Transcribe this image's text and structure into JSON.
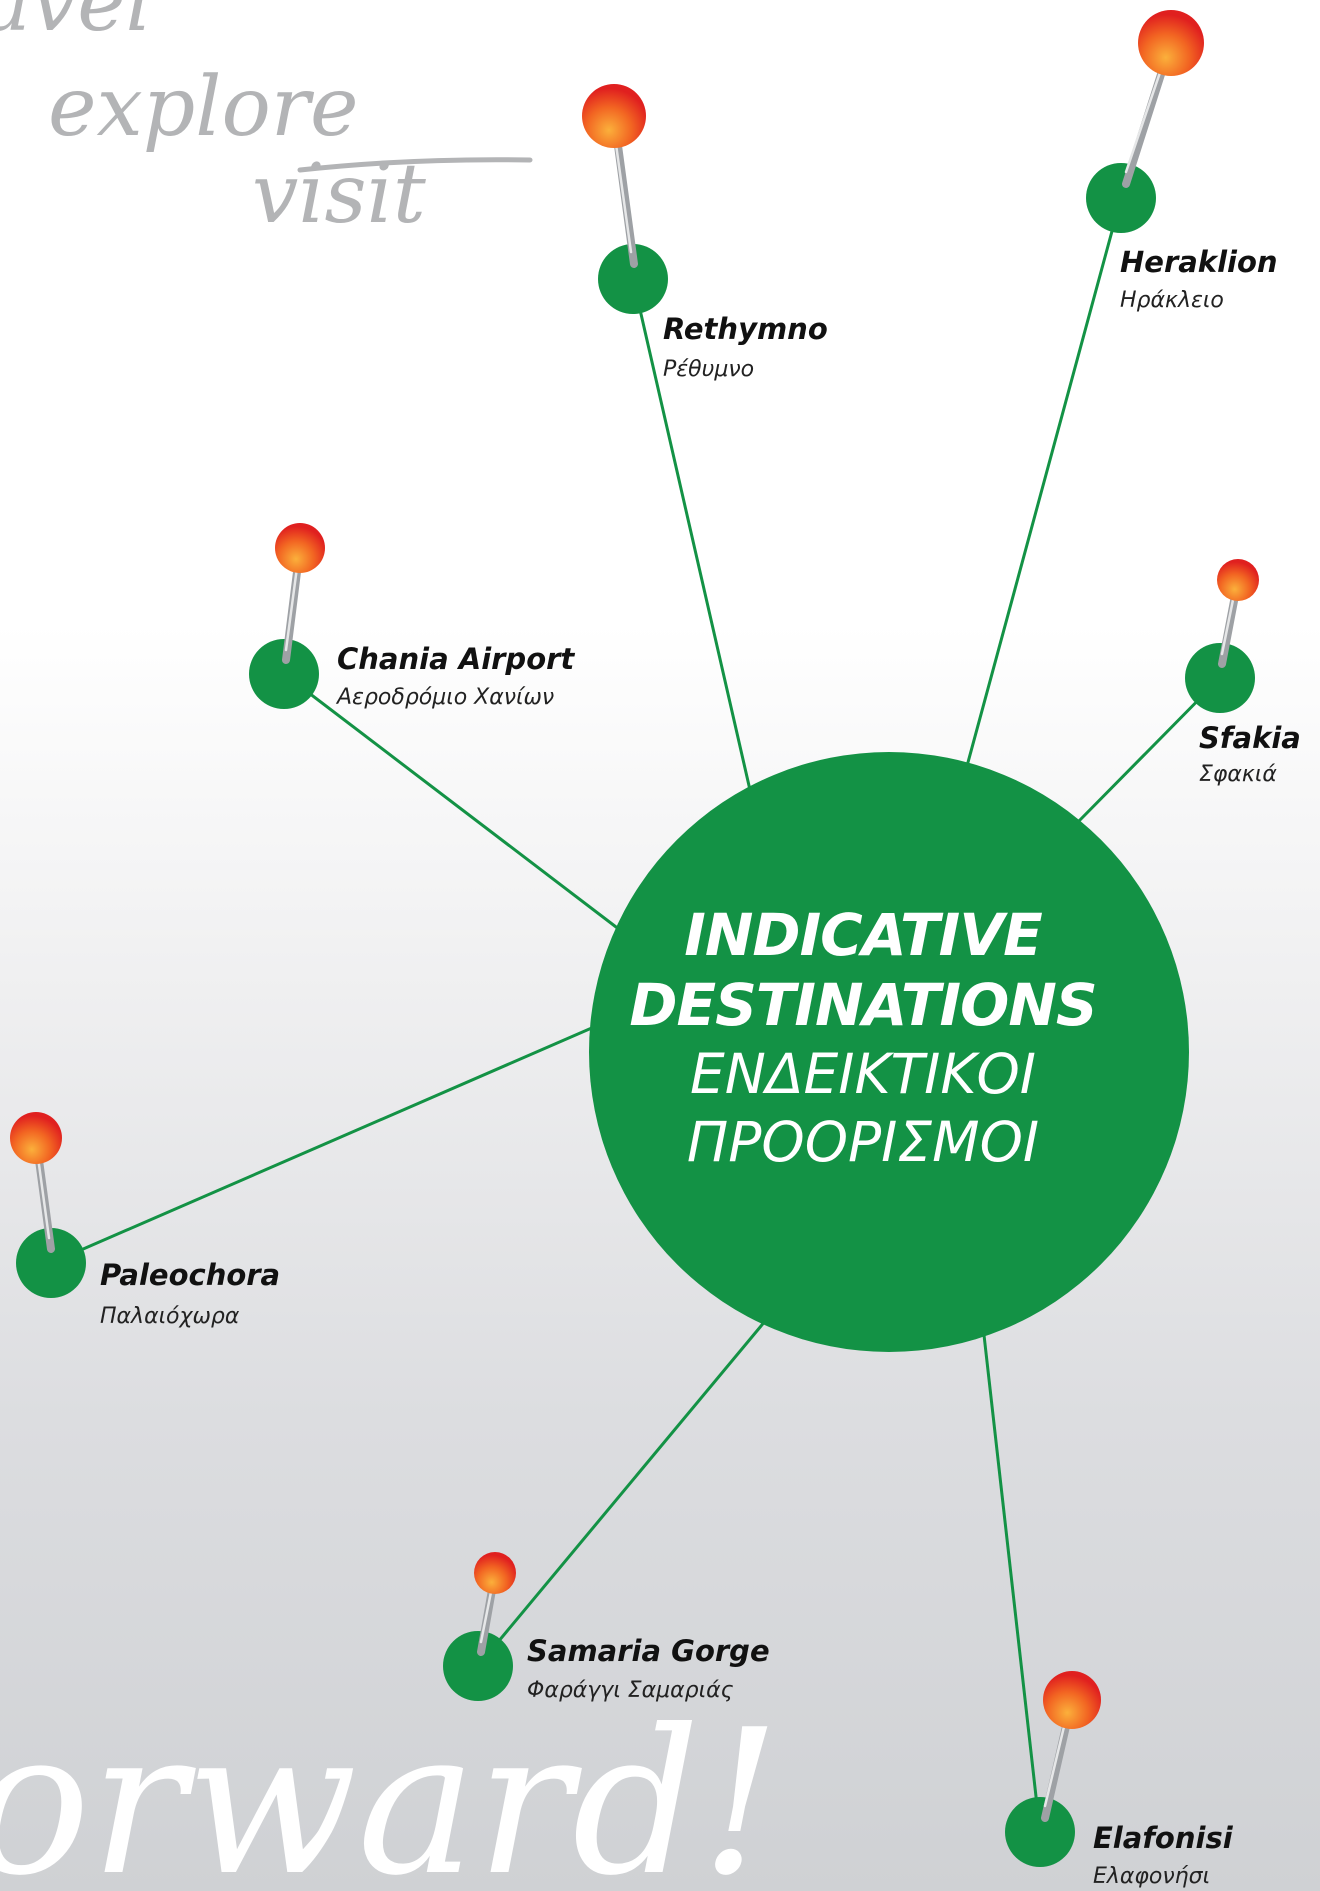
{
  "decor": {
    "top_words": [
      "avel",
      "explore",
      "visit"
    ],
    "bottom_word": "orward!"
  },
  "hub": {
    "line1": "INDICATIVE",
    "line2": "DESTINATIONS",
    "line3": "ΕΝΔΕΙΚΤΙΚΟΙ",
    "line4": "ΠΡΟΟΡΙΣΜΟΙ"
  },
  "destinations": [
    {
      "id": "rethymno",
      "name": "Rethymno",
      "name_gr": "Ρέθυμνο"
    },
    {
      "id": "heraklion",
      "name": "Heraklion",
      "name_gr": "Ηράκλειο"
    },
    {
      "id": "chania-airport",
      "name": "Chania Airport",
      "name_gr": "Αεροδρόμιο Χανίων"
    },
    {
      "id": "sfakia",
      "name": "Sfakia",
      "name_gr": "Σφακιά"
    },
    {
      "id": "paleochora",
      "name": "Paleochora",
      "name_gr": "Παλαιόχωρα"
    },
    {
      "id": "samaria-gorge",
      "name": "Samaria Gorge",
      "name_gr": "Φαράγγι Σαμαριάς"
    },
    {
      "id": "elafonisi",
      "name": "Elafonisi",
      "name_gr": "Ελαφονήσι"
    }
  ],
  "colors": {
    "hub_green": "#139245",
    "node_green": "#139245",
    "pin_red": "#e8342a",
    "pin_orange": "#f7a51c",
    "script_grey": "#b3b4b6"
  }
}
